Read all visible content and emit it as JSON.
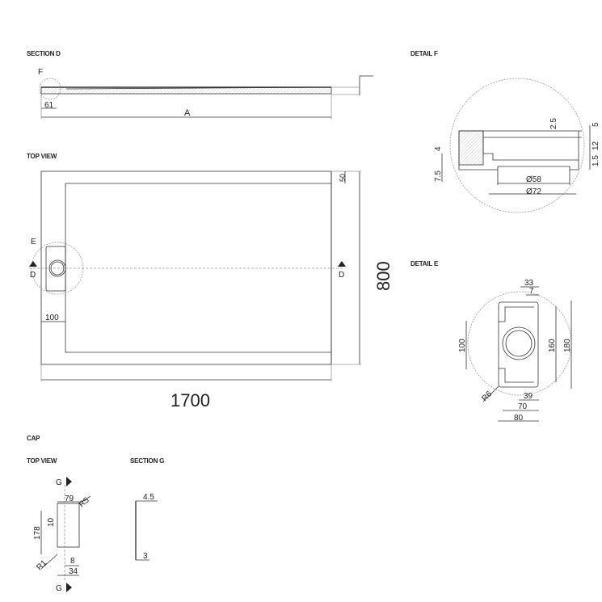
{
  "labels": {
    "section_d": "SECTION D",
    "detail_f": "DETAIL F",
    "top_view": "TOP VIEW",
    "detail_e": "DETAIL E",
    "cap": "CAP",
    "cap_top_view": "TOP VIEW",
    "section_g": "SECTION G"
  },
  "section_d": {
    "callout": "F",
    "dim_61": "61",
    "dim_a": "A"
  },
  "top_view": {
    "callout": "E",
    "section_mark_left": "D",
    "section_mark_right": "D",
    "dim_50": "50",
    "dim_100": "100",
    "width": "1700",
    "height": "800"
  },
  "detail_f": {
    "d1": "2.5",
    "d2": "5",
    "d3": "12",
    "d4": "1.5",
    "d5": "4",
    "d6": "7.5",
    "d7": "Ø58",
    "d8": "Ø72"
  },
  "detail_e": {
    "d33": "33",
    "d7": "7",
    "d100": "100",
    "d160": "160",
    "d180": "180",
    "r6": "R6",
    "d39": "39",
    "d70": "70",
    "d80": "80"
  },
  "cap": {
    "g_top": "G",
    "g_bottom": "G",
    "d79": "79",
    "r5": "R5",
    "d10": "10",
    "d178": "178",
    "r1": "R1",
    "d8": "8",
    "d34": "34"
  },
  "section_g": {
    "d45": "4.5",
    "d3": "3"
  }
}
